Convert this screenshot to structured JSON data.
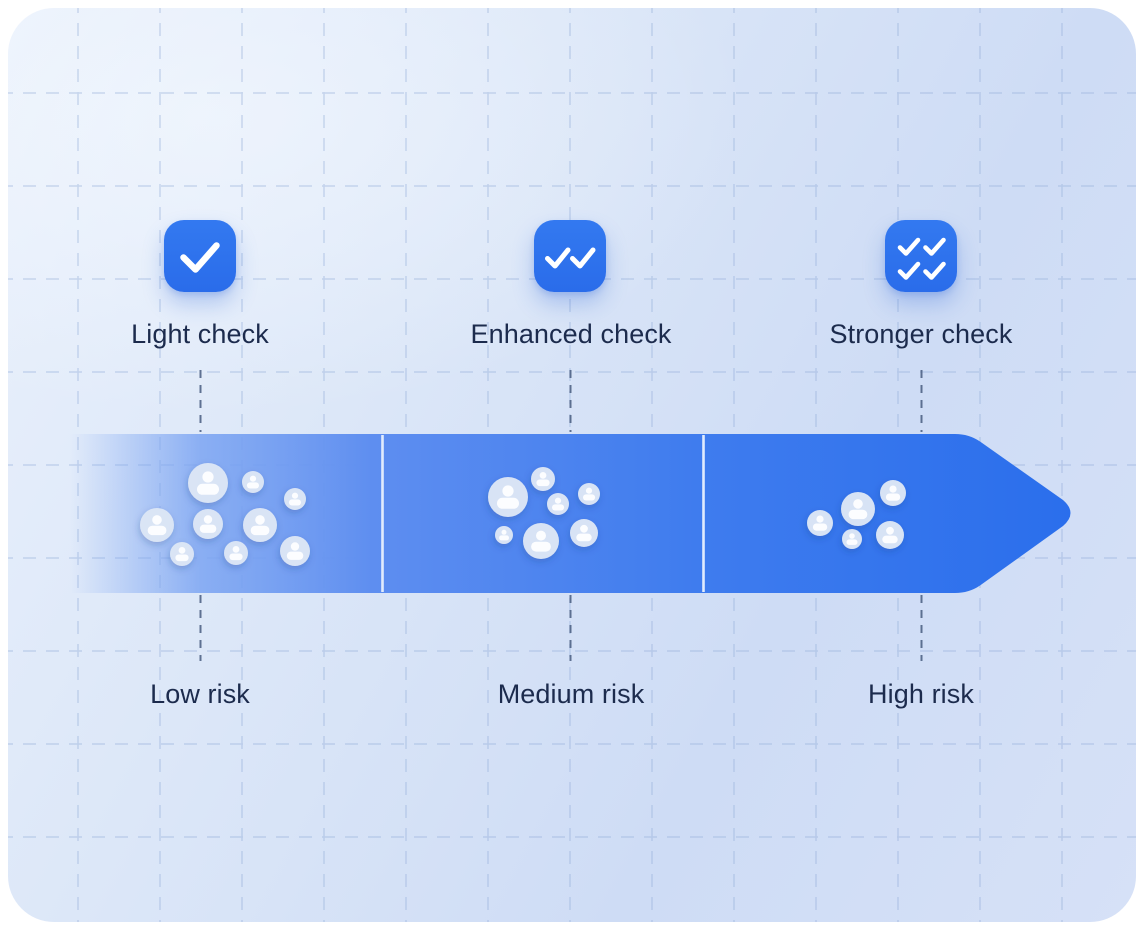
{
  "diagram": {
    "columns": [
      {
        "check_label": "Light check",
        "risk_label": "Low risk",
        "icon": "single-check-icon",
        "checkmarks": 1,
        "people_count": 9
      },
      {
        "check_label": "Enhanced check",
        "risk_label": "Medium risk",
        "icon": "double-check-icon",
        "checkmarks": 2,
        "people_count": 7
      },
      {
        "check_label": "Stronger check",
        "risk_label": "High risk",
        "icon": "quad-check-icon",
        "checkmarks": 4,
        "people_count": 5
      }
    ],
    "people_positions": {
      "low": [
        [
          208,
          483,
          20
        ],
        [
          253,
          482,
          11
        ],
        [
          295,
          499,
          11
        ],
        [
          157,
          525,
          17
        ],
        [
          208,
          524,
          15
        ],
        [
          260,
          525,
          17
        ],
        [
          182,
          554,
          12
        ],
        [
          236,
          553,
          12
        ],
        [
          295,
          551,
          15
        ]
      ],
      "medium": [
        [
          543,
          479,
          12
        ],
        [
          508,
          497,
          20
        ],
        [
          558,
          504,
          11
        ],
        [
          589,
          494,
          11
        ],
        [
          504,
          535,
          9
        ],
        [
          541,
          541,
          18
        ],
        [
          584,
          533,
          14
        ]
      ],
      "high": [
        [
          893,
          493,
          13
        ],
        [
          858,
          509,
          17
        ],
        [
          820,
          523,
          13
        ],
        [
          852,
          539,
          10
        ],
        [
          890,
          535,
          14
        ]
      ]
    },
    "palette": {
      "icon_blue_top": "#3379F0",
      "icon_blue_bottom": "#2A6CEA",
      "check_stroke": "#FFFFFF",
      "band_blue_light": "#7BA4F2",
      "band_blue_mid": "#5E8EF0",
      "band_blue_mid2": "#3F7CEE",
      "band_blue_dark": "#2A6EEC",
      "divider": "#EAF2FE",
      "label_text": "#1C2B4D",
      "grid_line": "#94AEDA",
      "connector_line": "#4D6184",
      "person_circle": "#DCE6F6",
      "person_glyph": "#FCFDFF",
      "bg_light": "#EAF1FC",
      "bg_dark": "#CEDCF5"
    }
  }
}
